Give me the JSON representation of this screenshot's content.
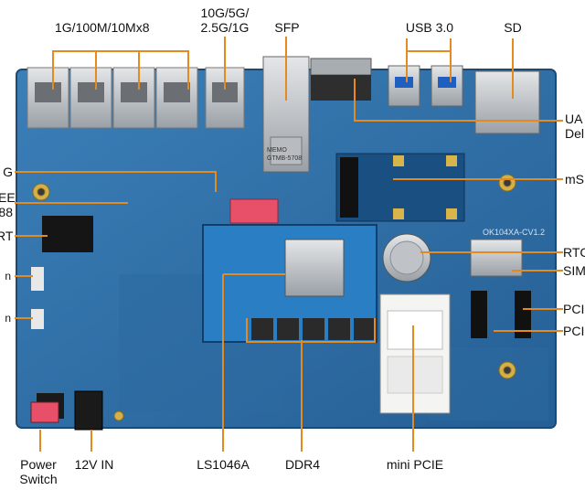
{
  "labels": {
    "ethernet": "1G/100M/10Mx8",
    "ten_g_line1": "10G/5G/",
    "ten_g_line2": "2.5G/1G",
    "sfp": "SFP",
    "usb": "USB 3.0",
    "sd": "SD",
    "uart_partial_line1": "UA",
    "uart_partial_line2": "Del",
    "msata_partial": "mS",
    "left_g_partial": "G",
    "left_ee_partial_line1": "EE",
    "left_ee_partial_line2": "88",
    "left_rt_partial": "RT",
    "left_n1_partial": "n",
    "left_n2_partial": "n",
    "rtc_partial": "RTC",
    "sim_partial": "SIM",
    "pci_partial_1": "PCI",
    "pci_partial_2": "PCI",
    "power_switch_line1": "Power",
    "power_switch_line2": "Switch",
    "power_in": "12V IN",
    "cpu": "LS1046A",
    "ddr": "DDR4",
    "mini_pcie": "mini PCIE"
  },
  "board_markings": {
    "board_id": "OK104XA-CV1.2",
    "sfp_tag": "MEMO GTMB-5708"
  },
  "colors": {
    "board": "#2f6fa6",
    "board_dark": "#1f4f80",
    "callout": "#e58a1f",
    "metal": "#c8ccd0",
    "chip": "#2a2a2a"
  }
}
